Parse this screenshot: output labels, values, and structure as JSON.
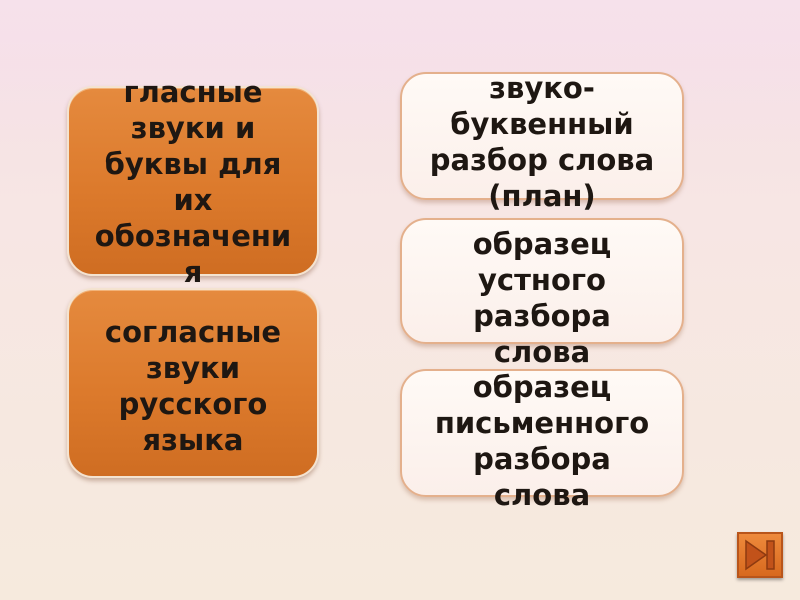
{
  "buttons": {
    "vowels": "гласные\nзвуки и\nбуквы для\nих\nобозначени\nя",
    "consonants": "согласные\nзвуки\nрусского\nязыка",
    "analysis_plan": "звуко-\nбуквенный\nразбор слова\n(план)",
    "oral_sample": "образец\nустного\nразбора\nслова",
    "written_sample": "образец\nписьменного\nразбора\nслова"
  },
  "navigation": {
    "next_icon": "play-next-icon"
  },
  "colors": {
    "orange_button": "#dc7a2c",
    "light_button": "#fdf3ef",
    "light_button_border": "#e4b08c",
    "text": "#1e1712"
  }
}
